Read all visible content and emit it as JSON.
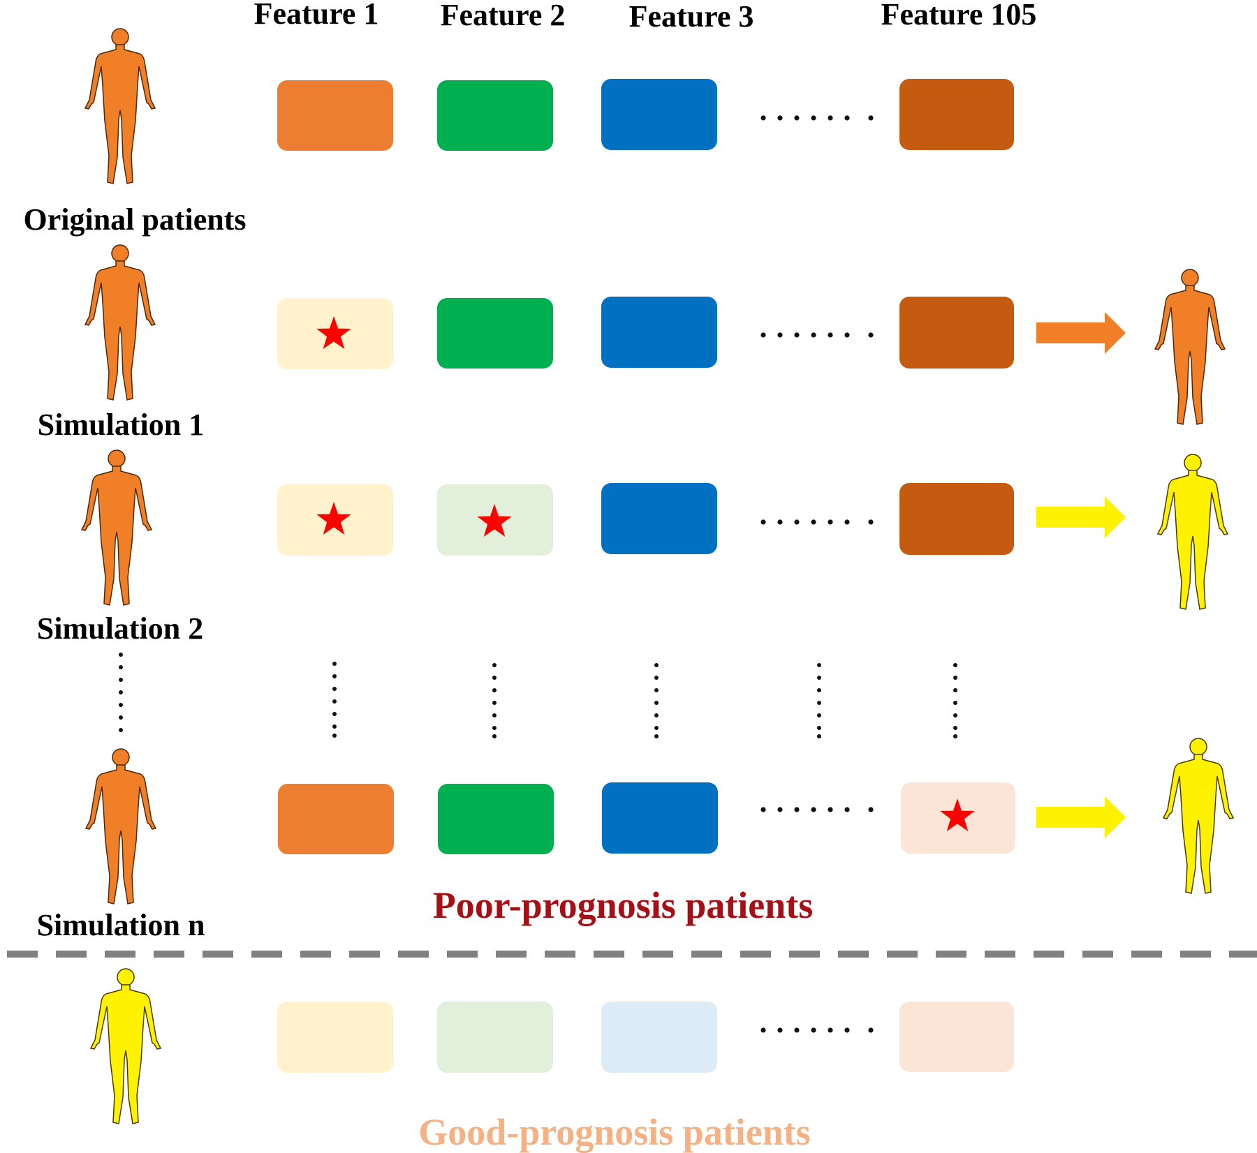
{
  "headers": [
    "Feature 1",
    "Feature 2",
    "Feature 3",
    "Feature 105"
  ],
  "row_labels": {
    "original": "Original patients",
    "sim1": "Simulation 1",
    "sim2": "Simulation 2",
    "simn": "Simulation n"
  },
  "group_labels": {
    "poor": "Poor-prognosis patients",
    "good": "Good-prognosis patients"
  },
  "colors": {
    "f1": "#ED7D31",
    "f2": "#00B050",
    "f3": "#0070C0",
    "f105": "#C55A11",
    "f1_light": "#FFF2CC",
    "f2_light": "#E2EFDA",
    "f3_light": "#DDEBF7",
    "f105_light": "#FBE5D6",
    "star": "#FF0000",
    "poor_figure": "#F07F27",
    "good_figure": "#FFF200",
    "poor_text": "#A50F15",
    "good_text": "#F4B183",
    "divider": "#808080"
  },
  "icons": {
    "patient": "human-figure-icon",
    "perturbed": "star-icon",
    "outcome": "arrow-right-icon"
  }
}
